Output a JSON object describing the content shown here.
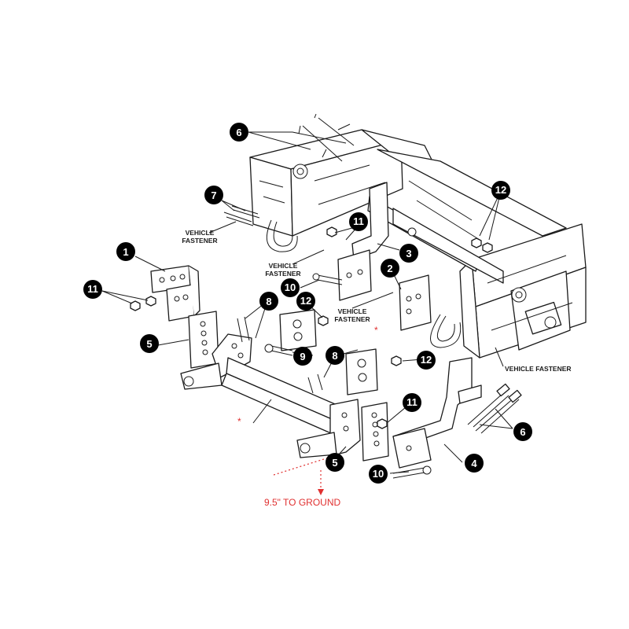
{
  "callouts": [
    {
      "label": "1"
    },
    {
      "label": "2"
    },
    {
      "label": "3"
    },
    {
      "label": "4"
    },
    {
      "label": "5"
    },
    {
      "label": "5"
    },
    {
      "label": "6"
    },
    {
      "label": "6"
    },
    {
      "label": "7"
    },
    {
      "label": "8"
    },
    {
      "label": "8"
    },
    {
      "label": "9"
    },
    {
      "label": "10"
    },
    {
      "label": "10"
    },
    {
      "label": "11"
    },
    {
      "label": "11"
    },
    {
      "label": "11"
    },
    {
      "label": "12"
    },
    {
      "label": "12"
    },
    {
      "label": "12"
    }
  ],
  "labels": {
    "vf_left_line1": "VEHICLE",
    "vf_left_line2": "FASTENER",
    "vf_center_line1": "VEHICLE",
    "vf_center_line2": "FASTENER",
    "vf_mid_line1": "VEHICLE",
    "vf_mid_line2": "FASTENER",
    "vf_right": "VEHICLE FASTENER",
    "ground_note": "9.5\" TO GROUND",
    "asterisk": "*"
  },
  "colors": {
    "line": "#1a1a1a",
    "callout_fill": "#000000",
    "note_red": "#e03030"
  }
}
